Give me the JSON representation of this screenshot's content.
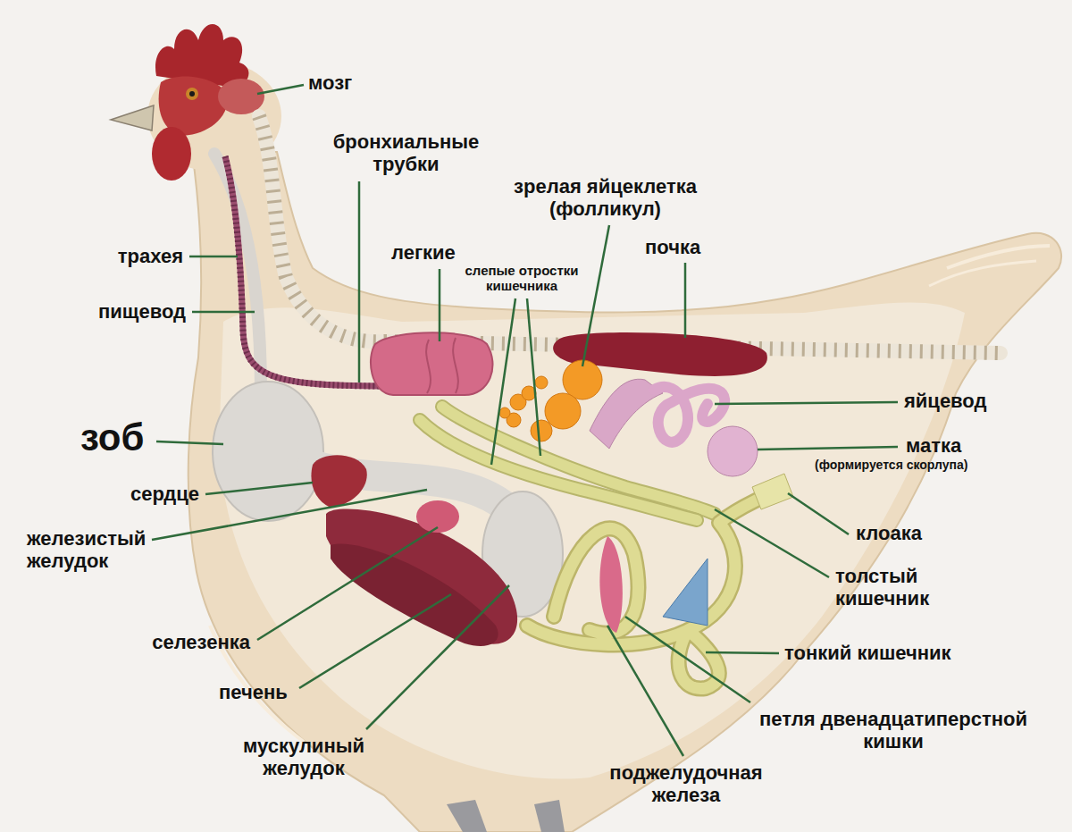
{
  "diagram": {
    "labels": [
      "мозг",
      "бронхиальные трубки",
      "зрелая яйцеклетка (фолликул)",
      "трахея",
      "легкие",
      "слепые отростки кишечника",
      "почка",
      "пищевод",
      "яйцевод",
      "зоб",
      "матка",
      "(формируется скорлупа)",
      "сердце",
      "клоака",
      "железистый желудок",
      "толстый кишечник",
      "селезенка",
      "тонкий кишечник",
      "печень",
      "петля двенадцатиперстной кишки",
      "мускулиный желудок",
      "поджелудочная железа"
    ]
  }
}
